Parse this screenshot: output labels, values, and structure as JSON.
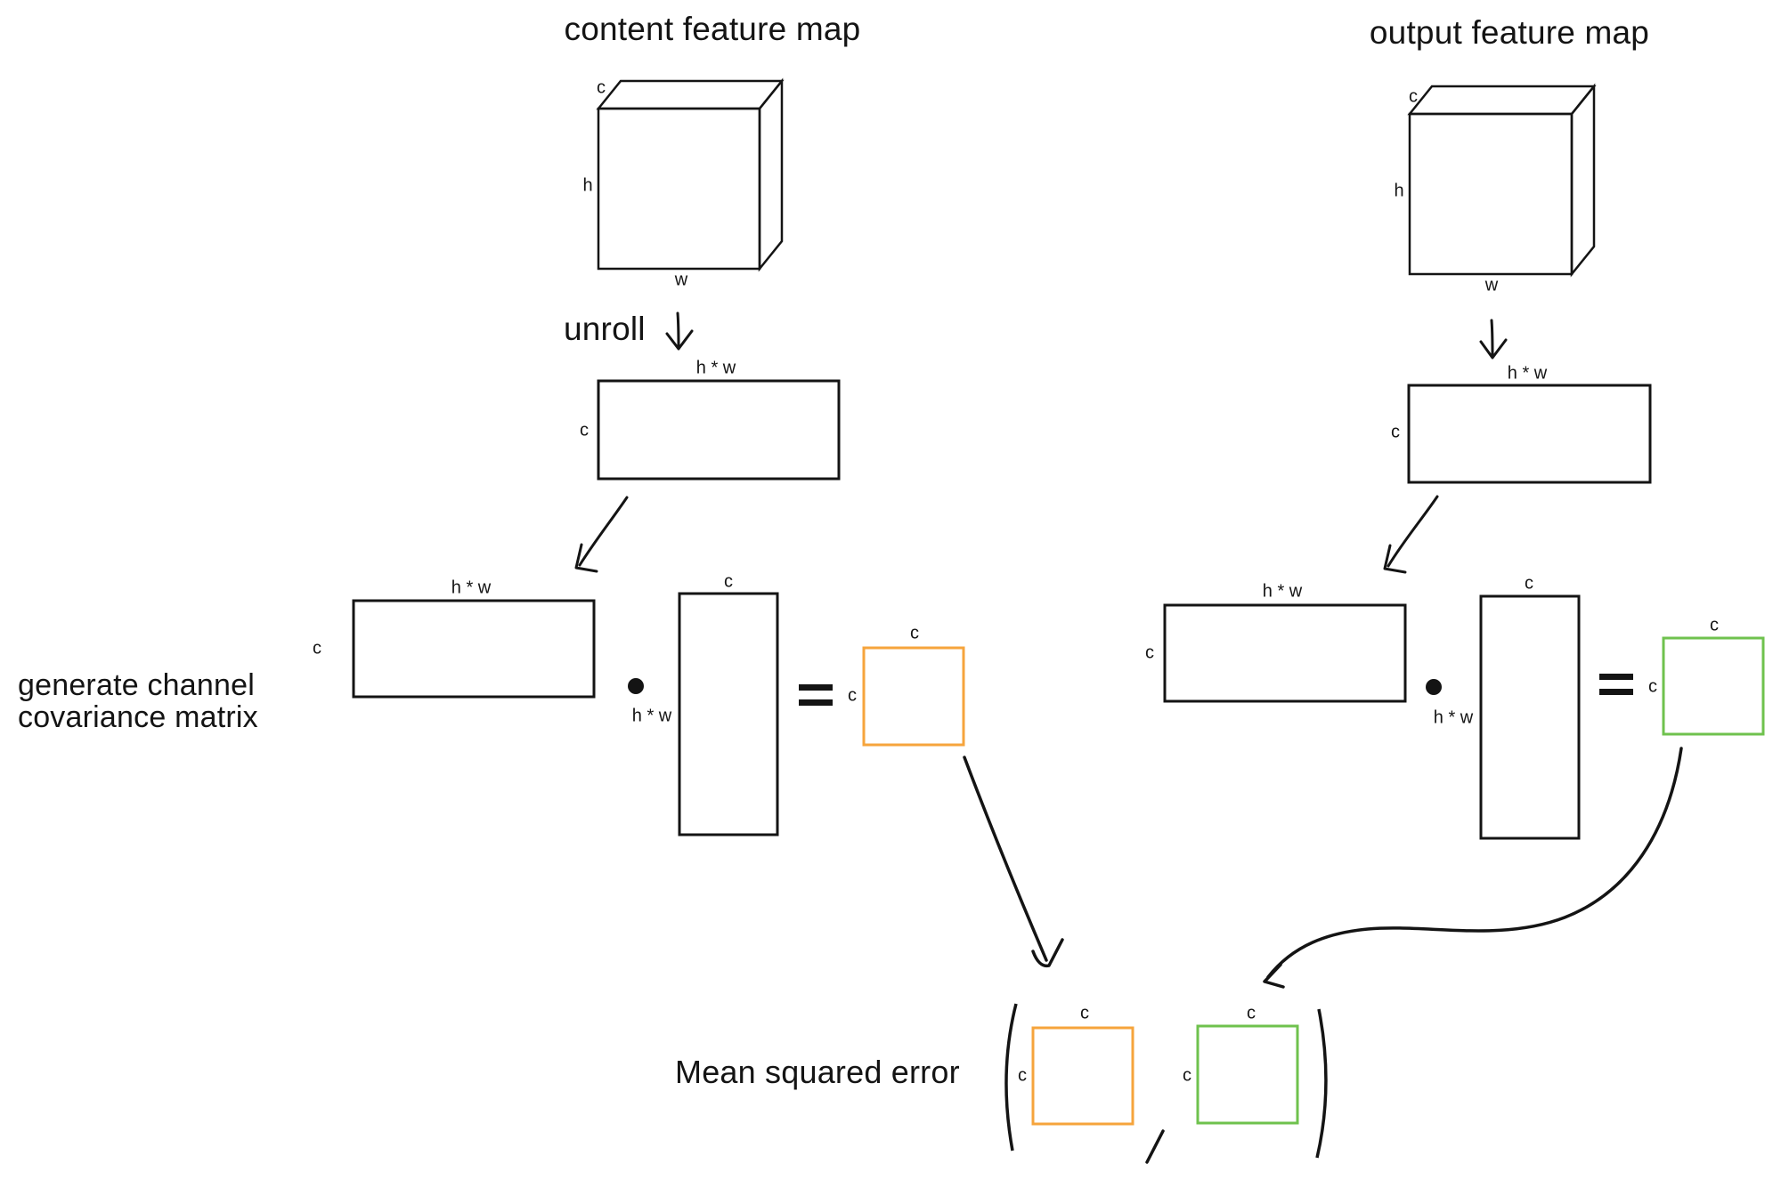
{
  "titles": {
    "content": "content feature map",
    "output": "output feature map"
  },
  "labels": {
    "unroll": "unroll",
    "generate_line1": "generate channel",
    "generate_line2": "covariance matrix",
    "mse": "Mean squared error"
  },
  "dims": {
    "c": "c",
    "h": "h",
    "w": "w",
    "hw": "h * w"
  },
  "colors": {
    "ink": "#141414",
    "content_gram": "#F6A43C",
    "output_gram": "#6FC24E"
  }
}
